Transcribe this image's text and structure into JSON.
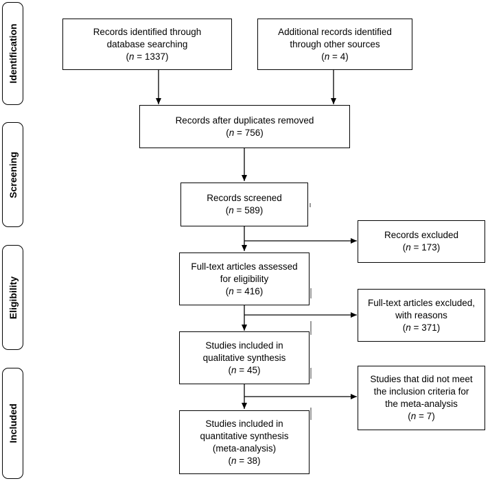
{
  "phases": [
    {
      "key": "identification",
      "label": "Identification"
    },
    {
      "key": "screening",
      "label": "Screening"
    },
    {
      "key": "eligibility",
      "label": "Eligibility"
    },
    {
      "key": "included",
      "label": "Included"
    }
  ],
  "boxes": {
    "database": {
      "lines": [
        "Records identified through",
        "database searching"
      ],
      "n": "1337"
    },
    "other": {
      "lines": [
        "Additional records identified",
        "through other sources"
      ],
      "n": "4"
    },
    "duplicates": {
      "lines": [
        "Records after duplicates removed"
      ],
      "n": "756"
    },
    "screened": {
      "lines": [
        "Records screened"
      ],
      "n": "589"
    },
    "excluded": {
      "lines": [
        "Records excluded"
      ],
      "n": "173"
    },
    "fulltext": {
      "lines": [
        "Full-text articles assessed",
        "for eligibility"
      ],
      "n": "416"
    },
    "fulltext_excluded": {
      "lines": [
        "Full-text articles excluded,",
        "with reasons"
      ],
      "n": "371"
    },
    "qualitative": {
      "lines": [
        "Studies included in",
        "qualitative synthesis"
      ],
      "n": "45"
    },
    "not_meet": {
      "lines": [
        "Studies that did not meet",
        "the inclusion criteria for",
        "the meta-analysis"
      ],
      "n": "7"
    },
    "quantitative": {
      "lines": [
        "Studies included in",
        "quantitative synthesis",
        "(meta-analysis)"
      ],
      "n": "38"
    }
  },
  "n_prefix": "n",
  "n_sep": " = "
}
